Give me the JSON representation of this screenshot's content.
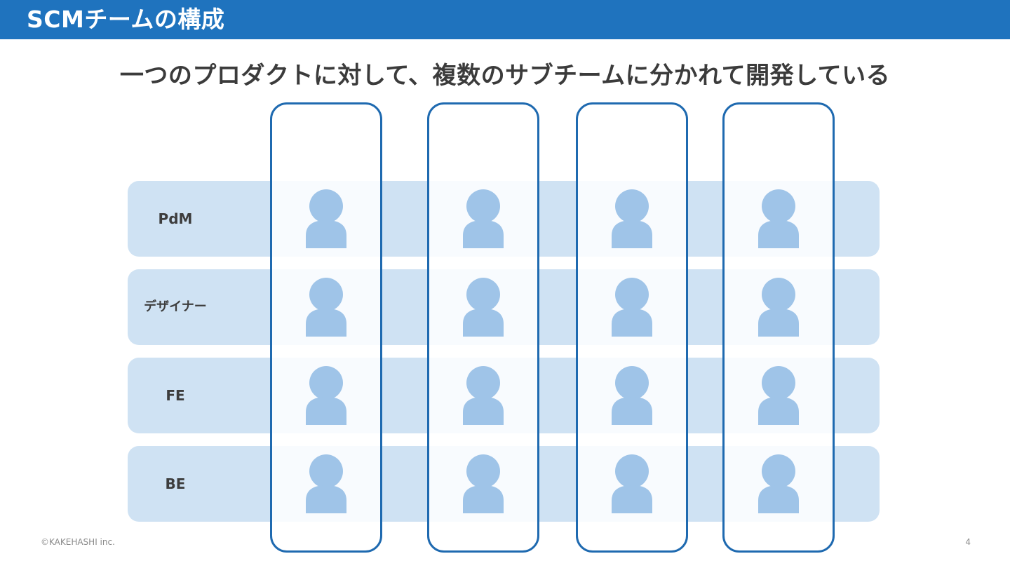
{
  "header": {
    "title": "SCMチームの構成"
  },
  "subtitle": "一つのプロダクトに対して、複数のサブチームに分かれて開発している",
  "roles": [
    {
      "label": "PdM"
    },
    {
      "label": "デザイナー"
    },
    {
      "label": "FE"
    },
    {
      "label": "BE"
    }
  ],
  "team_count": 4,
  "colors": {
    "header": "#1f73be",
    "band": "#cfe2f3",
    "column_border": "#1f6ab0",
    "person": "#9fc4e8"
  },
  "icons": {
    "member": "person-icon"
  },
  "footer": {
    "copyright": "©KAKEHASHI inc.",
    "page": "4"
  }
}
